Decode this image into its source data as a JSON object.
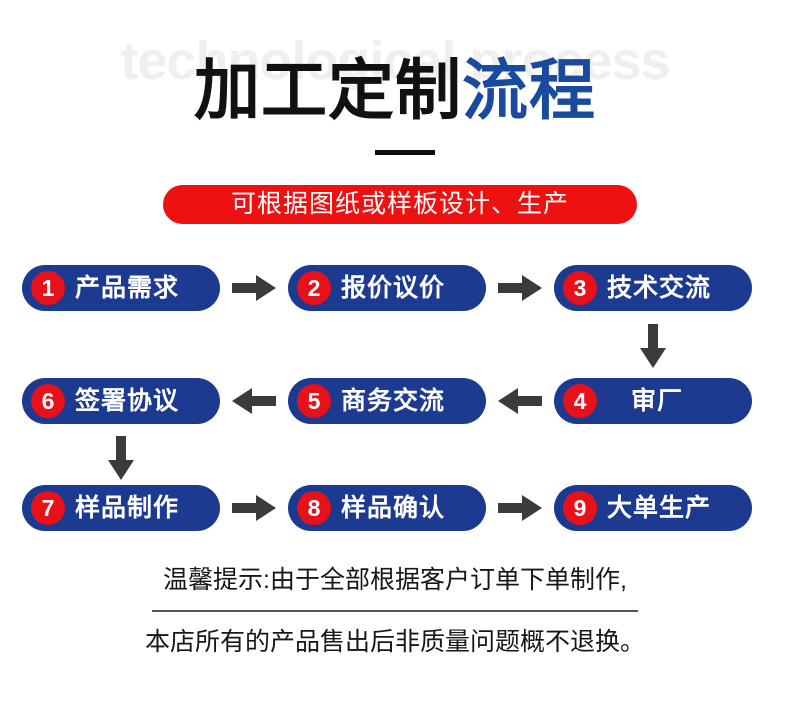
{
  "header": {
    "watermark": "technological process",
    "title_dark": "加工定制",
    "title_blue": "流程"
  },
  "banner": {
    "text": "可根据图纸或样板设计、生产",
    "color": "#ee1111"
  },
  "colors": {
    "pill_blue": "#1b3a90",
    "badge_red": "#e8111a",
    "title_blue": "#1a4a9e",
    "arrow_gray": "#3b3b3b",
    "watermark_gray": "#efefef"
  },
  "flow": {
    "rows": [
      {
        "steps": [
          {
            "number": "1",
            "label": "产品需求"
          },
          {
            "number": "2",
            "label": "报价议价"
          },
          {
            "number": "3",
            "label": "技术交流"
          }
        ],
        "connectors": [
          "arrow-right-icon",
          "arrow-right-icon"
        ]
      },
      {
        "steps": [
          {
            "number": "6",
            "label": "签署协议"
          },
          {
            "number": "5",
            "label": "商务交流"
          },
          {
            "number": "4",
            "label": "审厂"
          }
        ],
        "connectors": [
          "arrow-left-icon",
          "arrow-left-icon"
        ]
      },
      {
        "steps": [
          {
            "number": "7",
            "label": "样品制作"
          },
          {
            "number": "8",
            "label": "样品确认"
          },
          {
            "number": "9",
            "label": "大单生产"
          }
        ],
        "connectors": [
          "arrow-right-icon",
          "arrow-right-icon"
        ]
      }
    ],
    "vertical_connectors": [
      {
        "icon": "arrow-down-icon",
        "from_step": "3",
        "to_step": "4"
      },
      {
        "icon": "arrow-down-icon",
        "from_step": "6",
        "to_step": "7"
      }
    ]
  },
  "footer": {
    "line1": "温馨提示:由于全部根据客户订单下单制作,",
    "line2": "本店所有的产品售出后非质量问题概不退换。"
  }
}
